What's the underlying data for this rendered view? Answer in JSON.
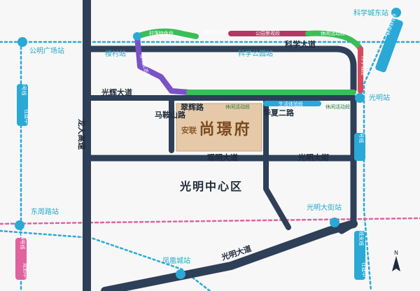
{
  "project": {
    "developer": "安联",
    "name": "尚璟府"
  },
  "district": "光明中心区",
  "roads": {
    "longda": "龙大高速",
    "guanghui": "光辉大道",
    "kexue": "科学大道",
    "cuihui": "翠辉路",
    "maanshan": "马鞍山路",
    "huaxia": "华夏二路",
    "guanming_ave_mid": "观明大道",
    "guangming_st": "光明大街",
    "guangming_ave": "光明大道",
    "guanghui_tag": "光辉大道"
  },
  "stations": {
    "kexuecheng_east": "科学城东站",
    "gongming_square": "公明广场站",
    "loucun": "楼村站",
    "kexue_park": "科学公园站",
    "guangming": "光明站",
    "dongzhou_rd": "东周路站",
    "guangming_st": "光明大街站",
    "fenghuangcheng": "凤凰城站"
  },
  "lines": {
    "line13": "13号线",
    "line13_sub": "在建中",
    "line29": "29号线",
    "line29_sub": "规划中",
    "line6": "6号线",
    "line6_branch": "6号线支线",
    "line6_branch_sub": "在建中",
    "line6_branch_sub2": "在建中",
    "line6_branch_north": "6号线支线",
    "line6_branch_north_sub": "在建中",
    "kexuecheng_ring": "科学城环线"
  },
  "greenways": {
    "cuncheng": "村落特色段",
    "louchun": "楼村生活段",
    "gongyuan": "公园景观段",
    "xiuxian_n": "休闲活动段",
    "loucun_sheng": "楼村生态段",
    "kexuecheng": "科学城段",
    "xiuxian_1": "休闲活动段",
    "shenghuo": "生活体验段",
    "xiuxian_2": "休闲活动段"
  },
  "compass": "N",
  "colors": {
    "road": "#2e3f58",
    "metro_blue": "#2aa9d6",
    "metro_pink": "#e0629f",
    "metro_cyan_dot": "#34b7d8",
    "project": "#e5c9a8",
    "greenway_purple": "#7a52c7",
    "greenway_green": "#3bbd57",
    "greenway_maroon": "#b03a64",
    "greenway_red": "#d84a5b"
  }
}
